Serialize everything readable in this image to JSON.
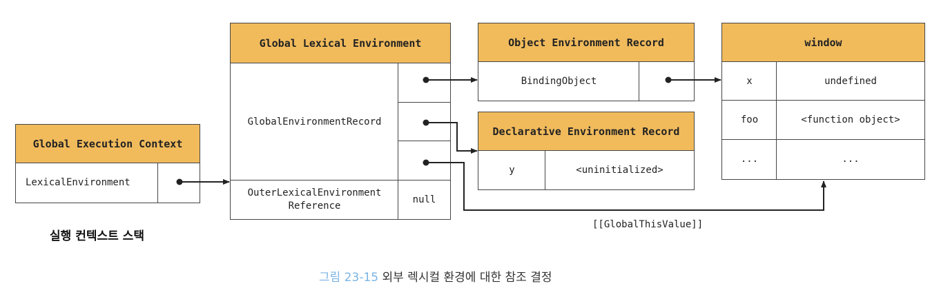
{
  "execution_context": {
    "title": "Global Execution Context",
    "field": "LexicalEnvironment",
    "stack_label": "실행 컨텍스트 스택"
  },
  "global_lexical_env": {
    "title": "Global Lexical Environment",
    "record_label": "GlobalEnvironmentRecord",
    "outer_ref_label": "OuterLexicalEnvironment Reference",
    "outer_ref_value": "null"
  },
  "object_env_record": {
    "title": "Object Environment Record",
    "field": "BindingObject"
  },
  "declarative_env_record": {
    "title": "Declarative Environment Record",
    "rows": [
      {
        "key": "y",
        "value": "<uninitialized>"
      }
    ]
  },
  "window": {
    "title": "window",
    "rows": [
      {
        "key": "x",
        "value": "undefined"
      },
      {
        "key": "foo",
        "value": "<function object>"
      },
      {
        "key": "...",
        "value": "..."
      }
    ]
  },
  "global_this_label": "[[GlobalThisValue]]",
  "figure_caption": {
    "number": "그림 23-15",
    "text": "외부 렉시컬 환경에 대한 참조 결정"
  }
}
